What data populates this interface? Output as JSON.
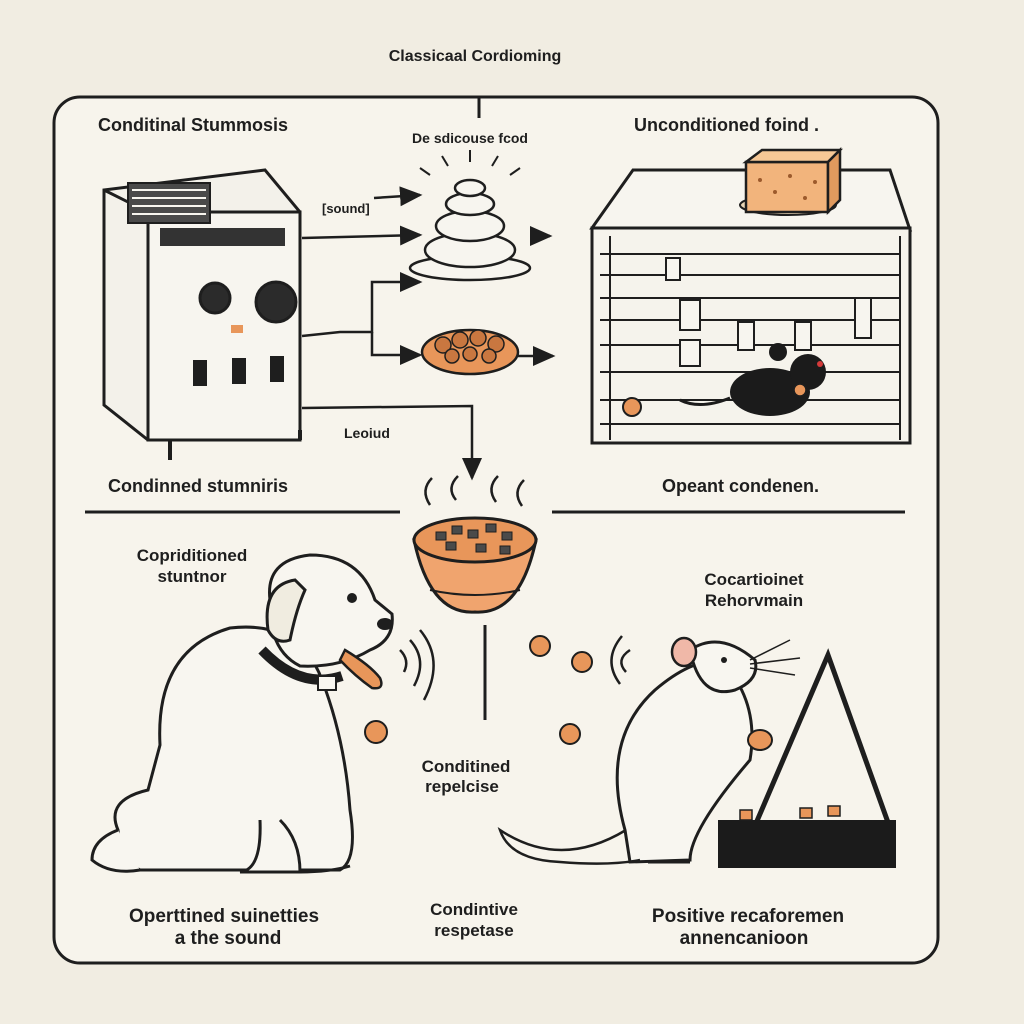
{
  "title": "Classicaal Cordioming",
  "panels": {
    "top_left": {
      "heading": "Conditinal Stummosis",
      "sound_tag": "[sound]",
      "sound_tag_2": "Leoiud",
      "bottom_label": "Condinned stumniris"
    },
    "top_middle": {
      "heading": "De sdicouse fcod"
    },
    "top_right": {
      "heading": "Unconditioned foind .",
      "bottom_label": "Opeant condenen."
    },
    "bottom_left": {
      "heading_line1": "Copriditioned",
      "heading_line2": "stuntnor",
      "caption_line1": "Operttined suinetties",
      "caption_line2": "a the sound"
    },
    "bottom_middle": {
      "response_line1": "Conditined",
      "response_line2": "repelcise",
      "caption_line1": "Condintive",
      "caption_line2": "respetase"
    },
    "bottom_right": {
      "heading_line1": "Cocartioinet",
      "heading_line2": "Rehorvmain",
      "caption_line1": "Positive recaforemen",
      "caption_line2": "annencanioon"
    }
  },
  "colors": {
    "background": "#f1ede2",
    "ink": "#1e1e1e",
    "food": "#e8965a",
    "bowl": "#f0a46e",
    "cheese": "#f2b47c",
    "frame": "#f7f4ec"
  }
}
